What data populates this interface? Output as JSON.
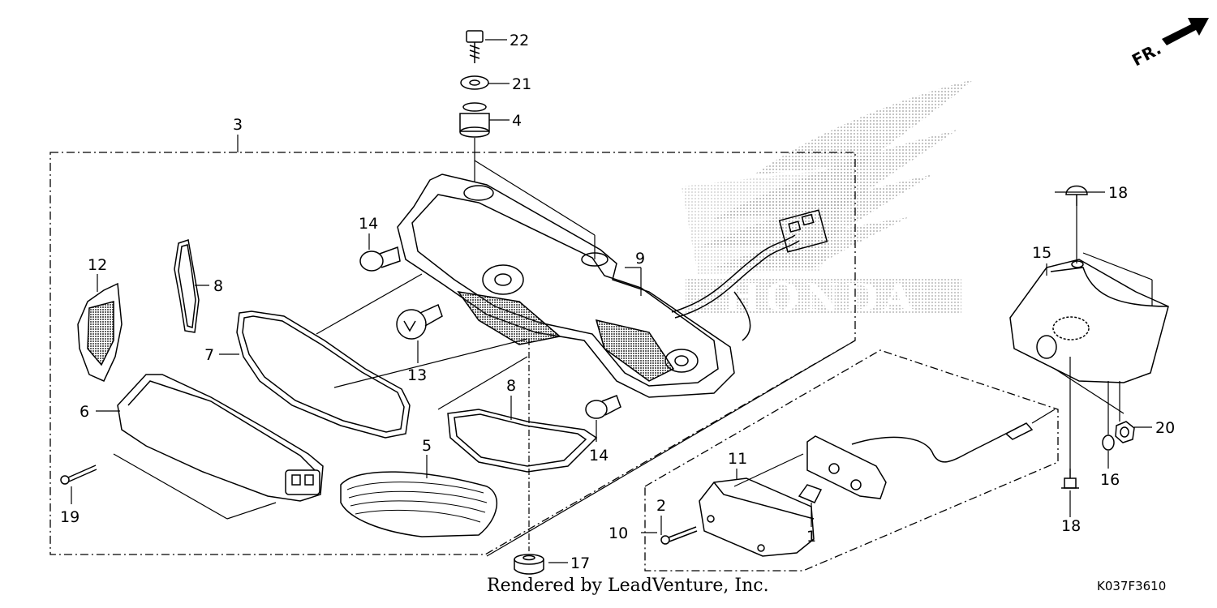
{
  "diagram": {
    "callouts": {
      "c1": "1",
      "c2": "2",
      "c3": "3",
      "c4": "4",
      "c5": "5",
      "c6": "6",
      "c7": "7",
      "c8a": "8",
      "c8b": "8",
      "c9": "9",
      "c10": "10",
      "c11": "11",
      "c12": "12",
      "c13": "13",
      "c14a": "14",
      "c14b": "14",
      "c15": "15",
      "c16": "16",
      "c17": "17",
      "c18a": "18",
      "c18b": "18",
      "c19": "19",
      "c20": "20",
      "c21": "21",
      "c22": "22"
    },
    "direction_label": "FR.",
    "logo_text": "HONDA"
  },
  "footer": {
    "credit": "Rendered by LeadVenture, Inc.",
    "code": "K037F3610"
  },
  "colors": {
    "line": "#000000",
    "logo_dots": "#b0b0b0",
    "background": "#ffffff"
  }
}
